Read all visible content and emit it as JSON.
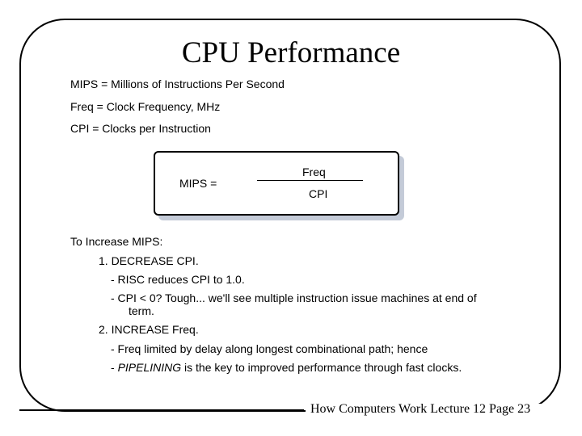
{
  "title": "CPU Performance",
  "definitions": [
    "MIPS = Millions of Instructions Per Second",
    "Freq = Clock Frequency, MHz",
    "CPI = Clocks per Instruction"
  ],
  "formula": {
    "lhs": "MIPS  =",
    "numerator": "Freq",
    "denominator": "CPI"
  },
  "increase_heading": "To Increase MIPS:",
  "item1": {
    "heading": "1. DECREASE CPI.",
    "bullet1": "- RISC reduces CPI to 1.0.",
    "bullet2_line1": "- CPI < 0? Tough... we'll see multiple instruction issue machines at end of",
    "bullet2_line2": "term."
  },
  "item2": {
    "heading": "2. INCREASE Freq.",
    "bullet1": "- Freq limited by delay along longest combinational path; hence",
    "bullet2_prefix": "- ",
    "bullet2_emph": "PIPELINING",
    "bullet2_rest": " is the key to improved performance through fast clocks."
  },
  "footer": "How Computers Work Lecture 12 Page 23"
}
